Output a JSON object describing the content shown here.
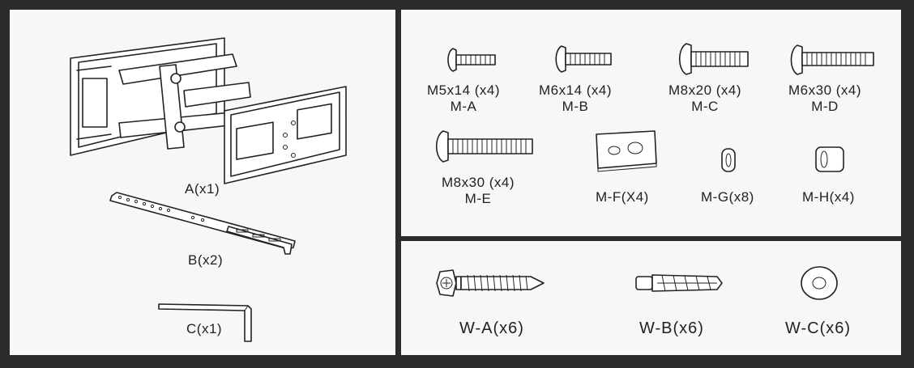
{
  "parts_left": [
    {
      "id": "arm",
      "label": "A(x1)"
    },
    {
      "id": "bracket",
      "label": "B(x2)"
    },
    {
      "id": "wrench",
      "label": "C(x1)"
    }
  ],
  "mounting_hardware": [
    {
      "size": "M5x14 (x4)",
      "code": "M-A"
    },
    {
      "size": "M6x14 (x4)",
      "code": "M-B"
    },
    {
      "size": "M8x20 (x4)",
      "code": "M-C"
    },
    {
      "size": "M6x30 (x4)",
      "code": "M-D"
    },
    {
      "size": "M8x30 (x4)",
      "code": "M-E"
    },
    {
      "size": "",
      "code": "M-F(X4)"
    },
    {
      "size": "",
      "code": "M-G(x8)"
    },
    {
      "size": "",
      "code": "M-H(x4)"
    }
  ],
  "wall_hardware": [
    {
      "code": "W-A(x6)"
    },
    {
      "code": "W-B(x6)"
    },
    {
      "code": "W-C(x6)"
    }
  ]
}
